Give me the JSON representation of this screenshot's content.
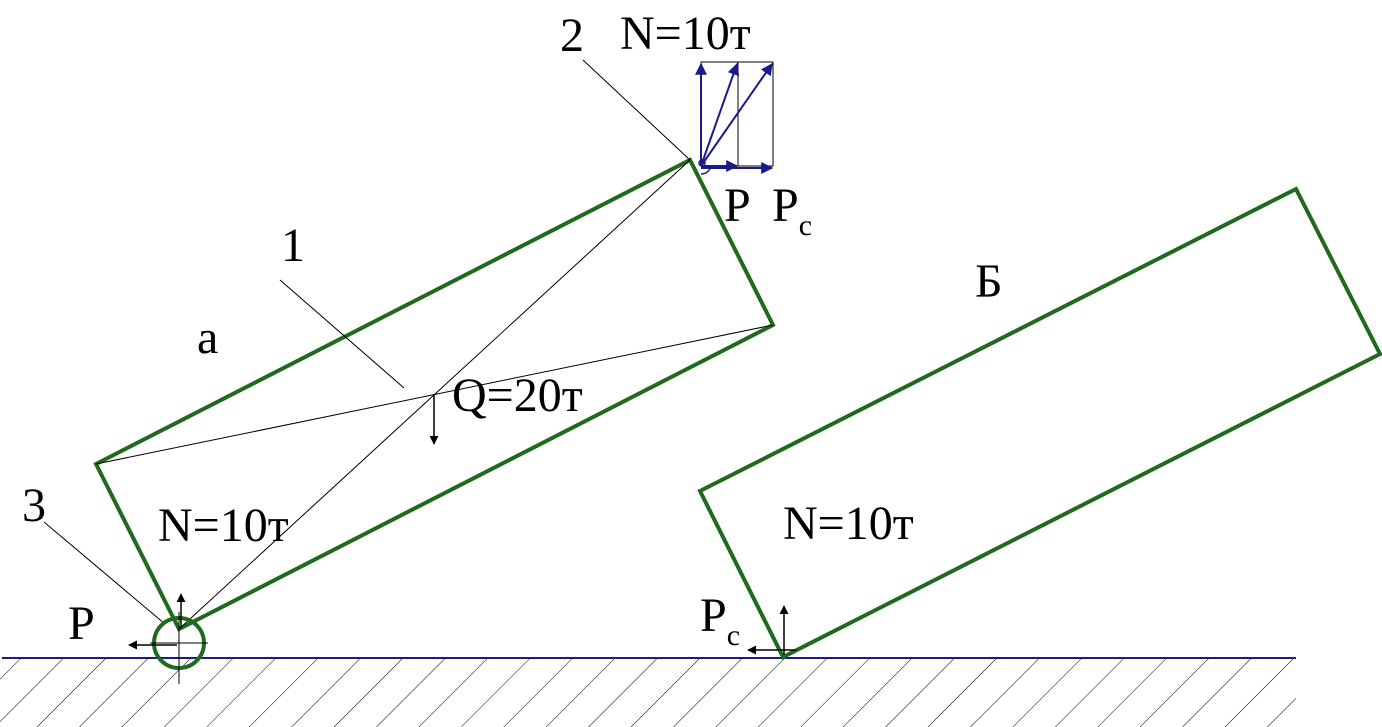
{
  "labels": {
    "node_2": "2",
    "top_force": "N=10т",
    "p_top": "P",
    "pc_top_letter": "P",
    "pc_top_sub": "c",
    "label_1": "1",
    "label_a": "а",
    "weight": "Q=20т",
    "label_b": "Б",
    "label_3": "3",
    "n_left": "N=10т",
    "p_left": "P",
    "n_right": "N=10т",
    "pc_right_letter": "P",
    "pc_right_sub": "c"
  },
  "colors": {
    "outline": "#1f6a1f",
    "vectors": "#1a1a8c",
    "thin": "#000000",
    "hatch": "#000000"
  }
}
